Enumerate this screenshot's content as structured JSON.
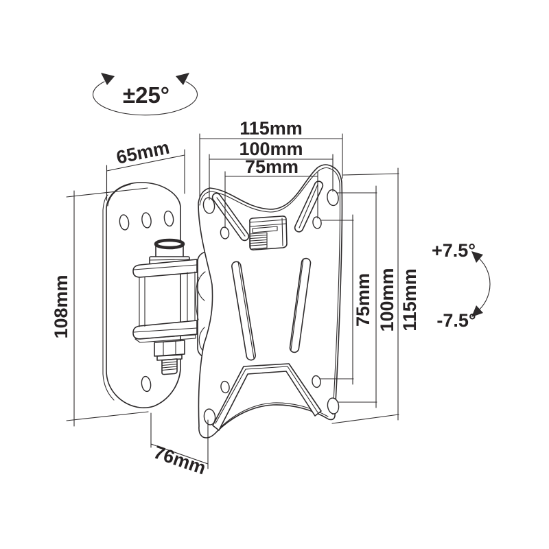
{
  "diagram": {
    "title": "wall-mount-technical-drawing",
    "annotations": {
      "swivel_range": "±25°",
      "tilt_up": "+7.5°",
      "tilt_down": "-7.5°"
    },
    "dimensions": {
      "top_width_outer": "115mm",
      "top_width_vesa": "100mm",
      "top_width_inner": "75mm",
      "wall_bracket_width": "65mm",
      "wall_bracket_height": "108mm",
      "right_height_inner": "75mm",
      "right_height_vesa": "100mm",
      "right_height_outer": "115mm",
      "depth": "76mm"
    },
    "colors": {
      "line": "#2d2a2b",
      "background": "#ffffff"
    }
  }
}
